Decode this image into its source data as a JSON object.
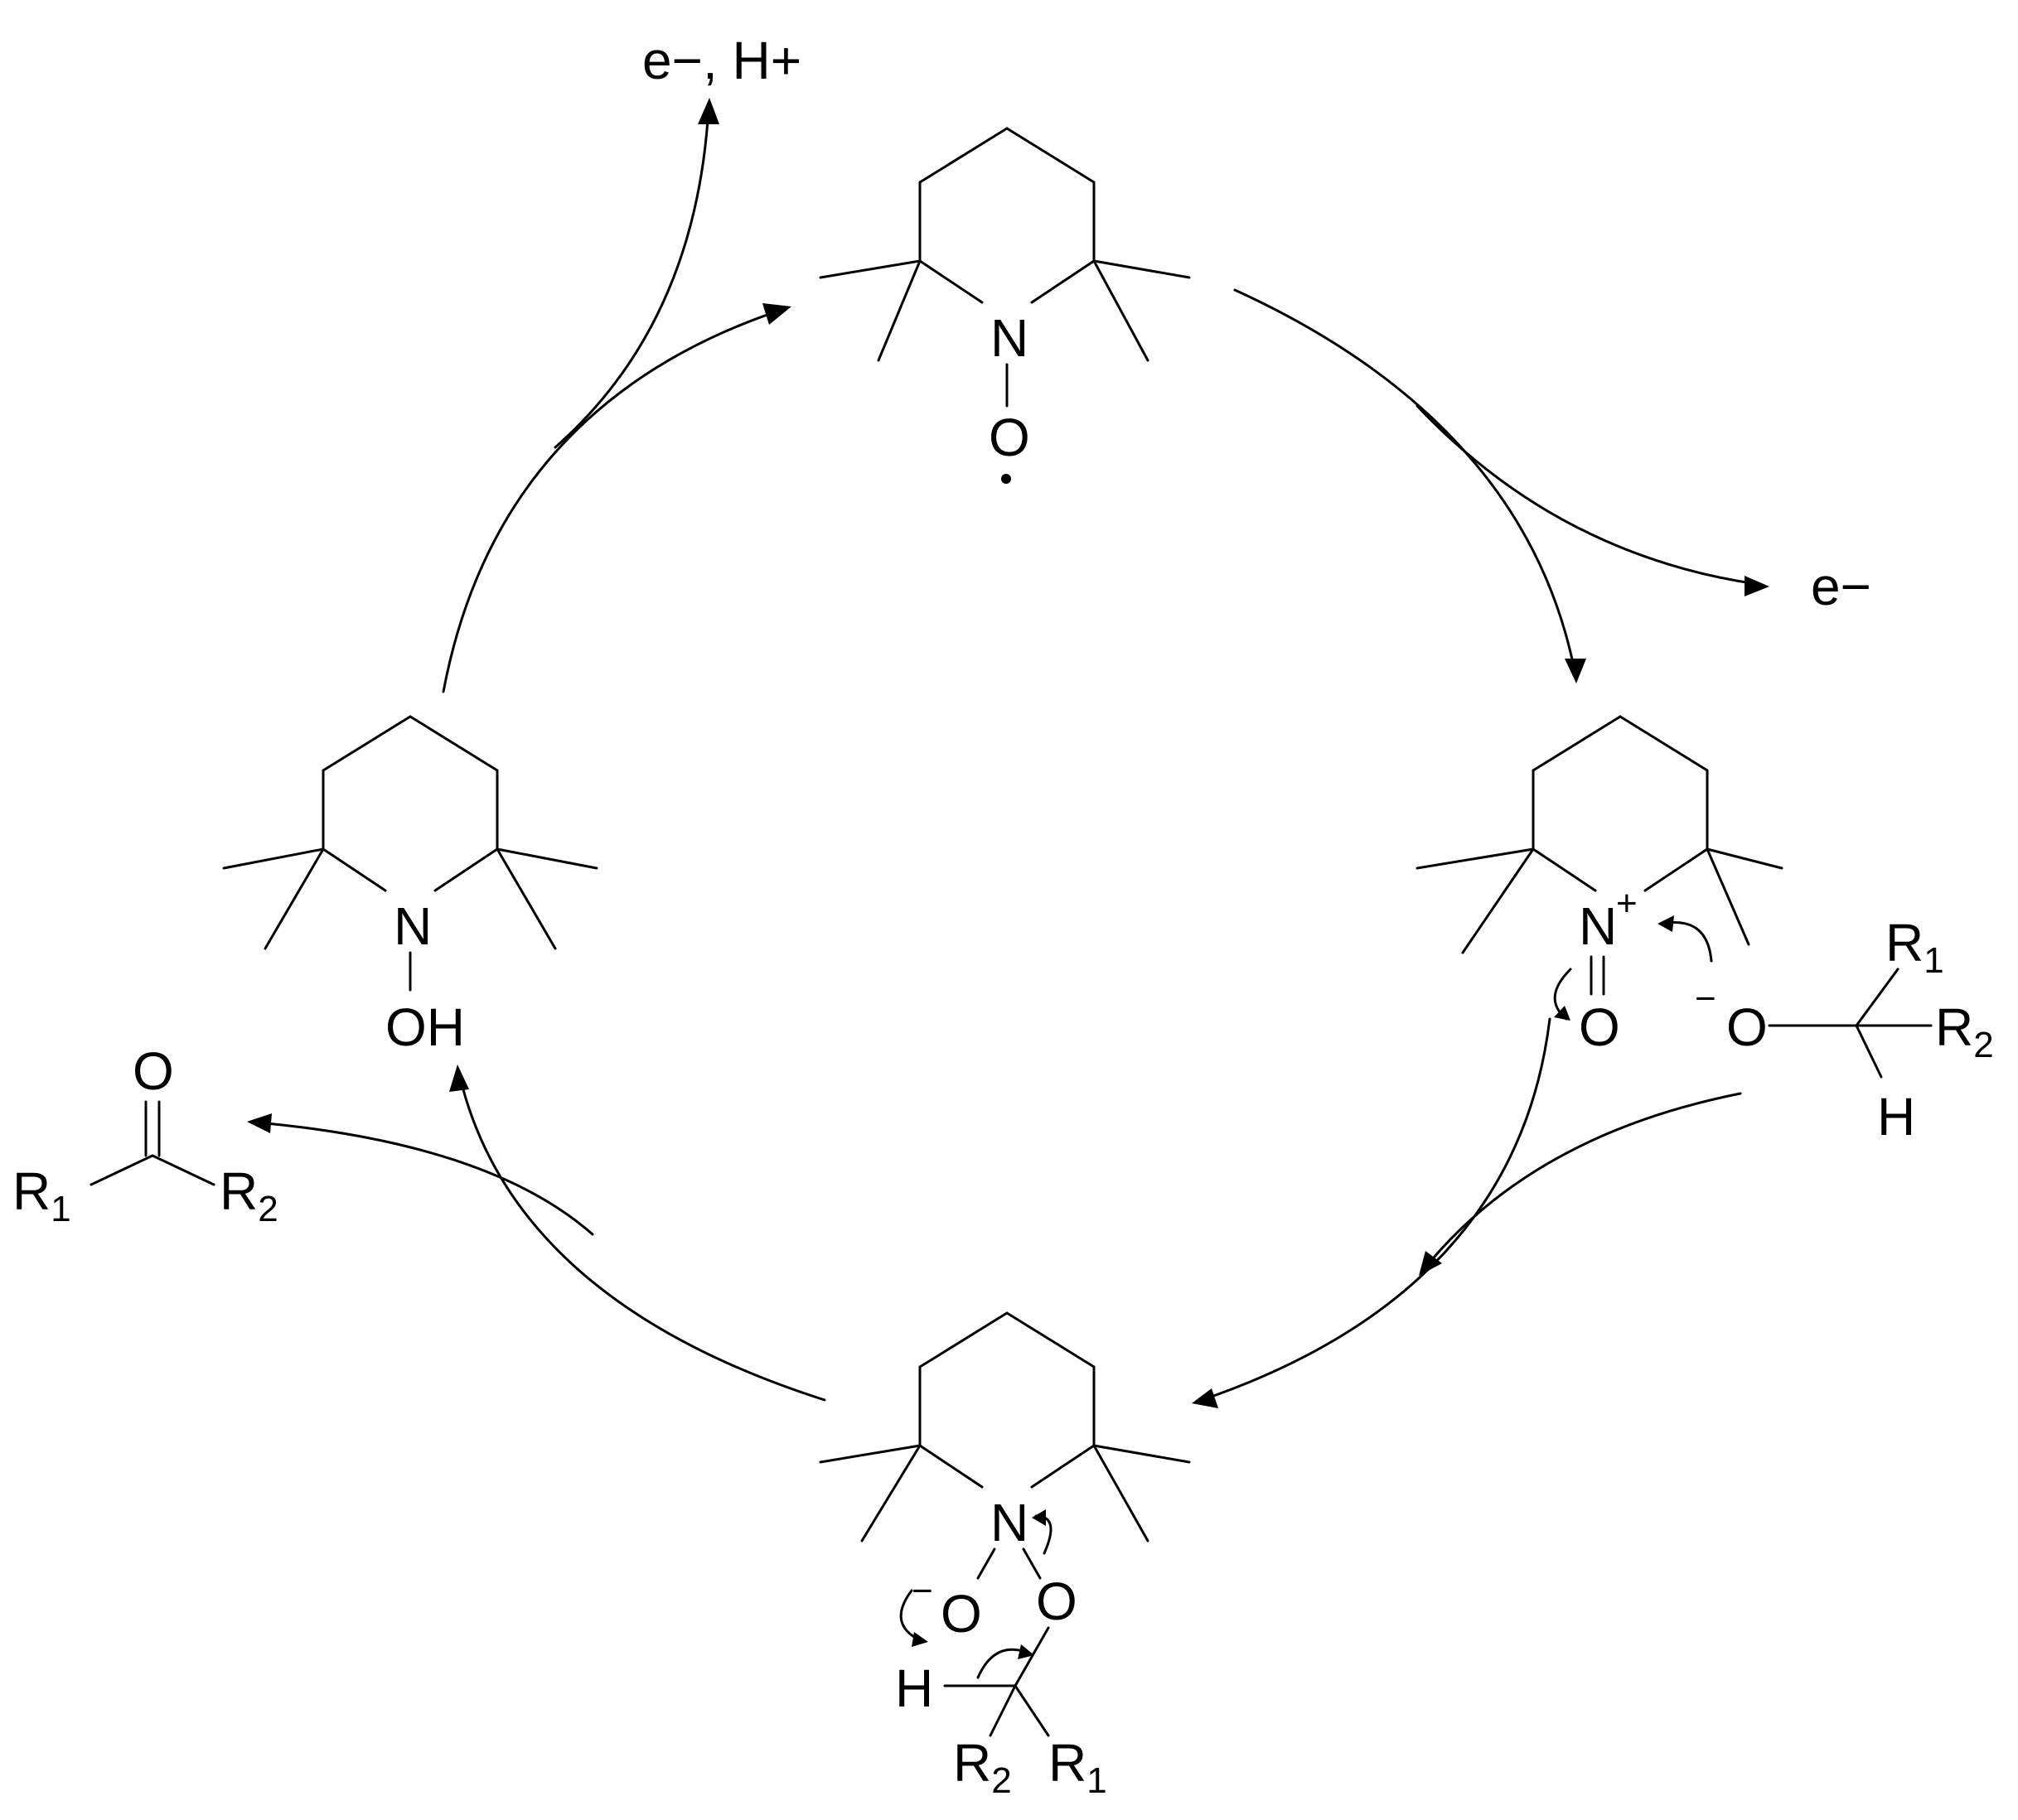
{
  "atoms": {
    "N": "N",
    "O": "O",
    "OH": "OH",
    "H": "H",
    "R": "R",
    "sub1": "1",
    "sub2": "2",
    "plus": "+",
    "minus": "−"
  },
  "labels": {
    "e_minus_h_plus": "e−, H+",
    "e_minus": "e−"
  }
}
